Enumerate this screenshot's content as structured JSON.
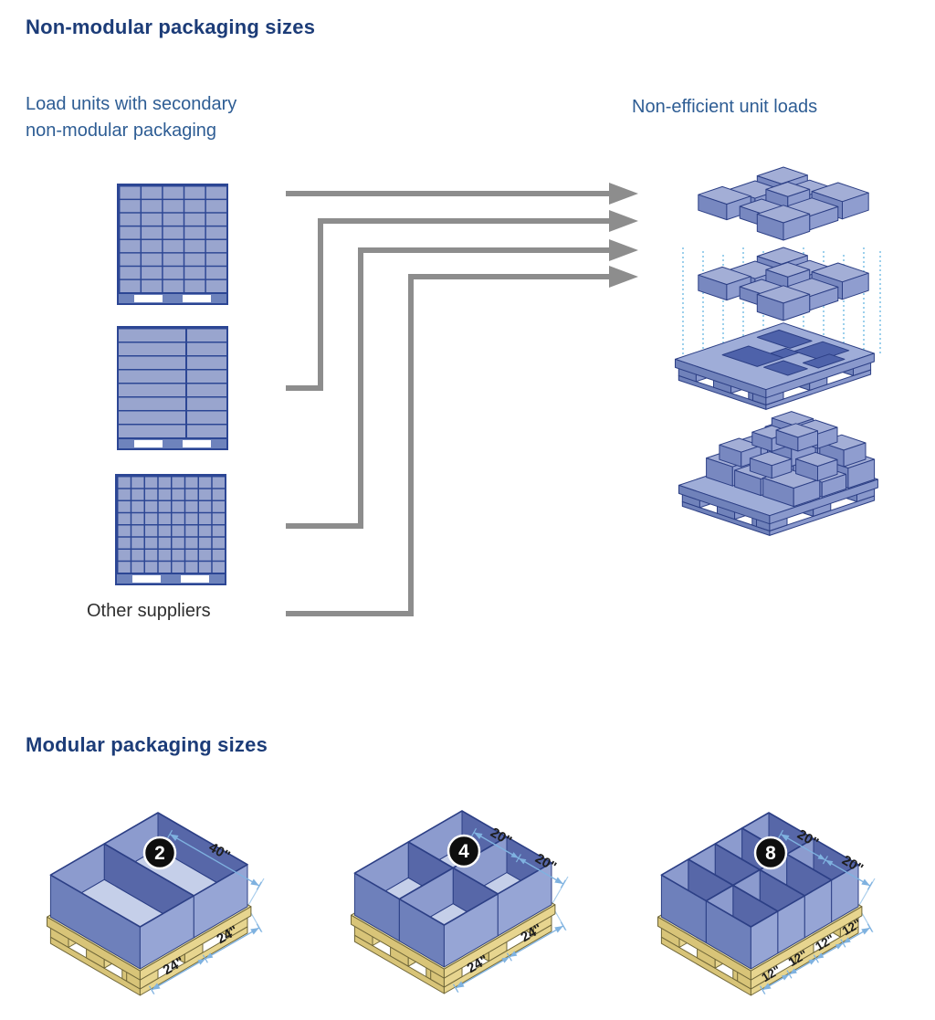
{
  "page": {
    "background": "#ffffff"
  },
  "sections": {
    "non_modular": {
      "title": "Non-modular packaging sizes",
      "left_label": {
        "line1": "Load units with secondary",
        "line2": "non-modular packaging"
      },
      "right_label": "Non-efficient unit loads",
      "other_suppliers_label": "Other suppliers",
      "supplier_pallets": [
        {
          "name": "pallet-grid-5x8",
          "columns": 5,
          "rows": 8
        },
        {
          "name": "pallet-grid-2x8",
          "columns": 2,
          "rows": 8
        },
        {
          "name": "pallet-grid-8x8",
          "columns": 8,
          "rows": 8
        }
      ],
      "flow_arrows_count": 4
    },
    "modular": {
      "title": "Modular packaging sizes",
      "pallets": [
        {
          "badge": "2",
          "top_dims": [
            "40\""
          ],
          "bottom_dims": [
            "24\"",
            "24\""
          ]
        },
        {
          "badge": "4",
          "top_dims": [
            "20\"",
            "20\""
          ],
          "bottom_dims": [
            "24\"",
            "24\""
          ]
        },
        {
          "badge": "8",
          "top_dims": [
            "20\"",
            "20\""
          ],
          "bottom_dims": [
            "12\"",
            "12\"",
            "12\"",
            "12\""
          ]
        }
      ]
    }
  },
  "colors": {
    "title_navy": "#1c3c78",
    "label_blue": "#2e5d94",
    "text_dark": "#2f2f2f",
    "box_fill": "#99a5ce",
    "box_line": "#2c4694",
    "arrow_gray": "#8d8d8d",
    "dash_blue": "#3aa2d8",
    "dim_blue": "#7fb2e0",
    "wood_top": "#f2e6a8",
    "iso_blue_top": "#a3aed6"
  }
}
